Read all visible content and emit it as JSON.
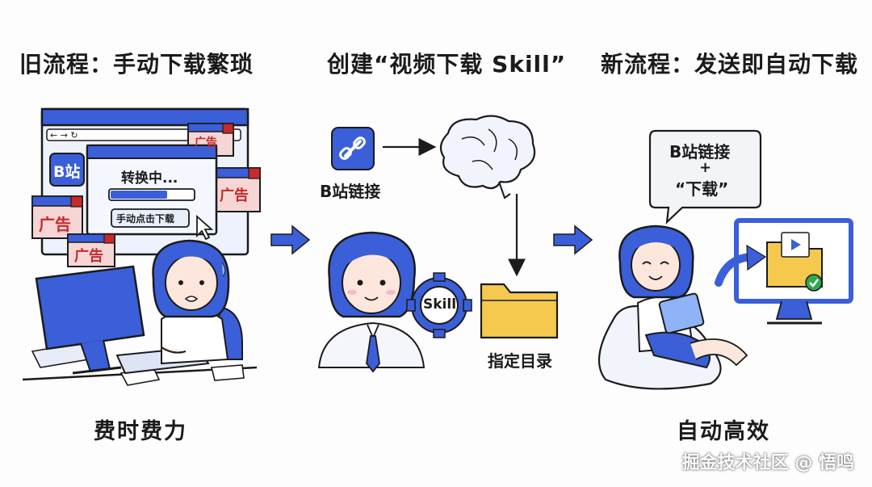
{
  "headings": {
    "old_flow": "旧流程：手动下载繁琐",
    "create_skill": "创建“视频下载 Skill”",
    "new_flow": "新流程：发送即自动下载"
  },
  "old_flow": {
    "bili_button": "B站",
    "converting": "转换中...",
    "manual_click": "手动点击下载",
    "ad_label": "广告",
    "caption": "费时费力"
  },
  "create": {
    "bili_link": "B站链接",
    "skill_gear": "Skill",
    "target_dir": "指定目录"
  },
  "new_flow": {
    "bubble_line1": "B站链接",
    "bubble_line2": "+",
    "bubble_line3": "“下载”",
    "caption": "自动高效"
  },
  "watermark": "掘金技术社区 @ 悟鸣",
  "colors": {
    "blue": "#3b5fd8",
    "light_blue": "#d9e3fb",
    "ad_pink": "#f6d5d5",
    "ad_red": "#c62a2a",
    "folder_yellow": "#f4c94e",
    "skin": "#fde7dc",
    "ink": "#1b1b1b"
  }
}
